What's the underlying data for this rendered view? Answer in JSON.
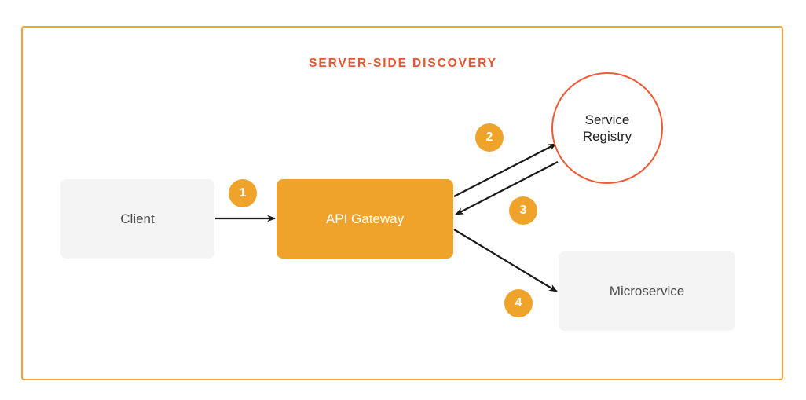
{
  "diagram": {
    "title": "SERVER-SIDE DISCOVERY",
    "frame_color": "#F2A22E",
    "title_color": "#E8552E",
    "background": "#FFFFFF",
    "type": "architecture-flow",
    "nodes": [
      {
        "id": "client",
        "label": "Client",
        "shape": "rounded-rectangle",
        "fill": "#F4F4F4",
        "text_color": "#4A4A4A"
      },
      {
        "id": "api-gateway",
        "label": "API Gateway",
        "shape": "rounded-rectangle",
        "fill": "#F0A32B",
        "text_color": "#FFFFFF"
      },
      {
        "id": "service-registry",
        "label_line1": "Service",
        "label_line2": "Registry",
        "shape": "circle",
        "fill": "#FFFFFF",
        "stroke": "#EE5A33",
        "text_color": "#1F1F1F"
      },
      {
        "id": "microservice",
        "label": "Microservice",
        "shape": "rounded-rectangle",
        "fill": "#F4F4F4",
        "text_color": "#4A4A4A"
      }
    ],
    "steps": [
      {
        "number": "1",
        "from": "client",
        "to": "api-gateway"
      },
      {
        "number": "2",
        "from": "api-gateway",
        "to": "service-registry"
      },
      {
        "number": "3",
        "from": "service-registry",
        "to": "api-gateway"
      },
      {
        "number": "4",
        "from": "api-gateway",
        "to": "microservice"
      }
    ],
    "badge_color": "#F0A32B",
    "badge_text_color": "#FFFFFF",
    "arrow_color": "#1A1A1A"
  }
}
